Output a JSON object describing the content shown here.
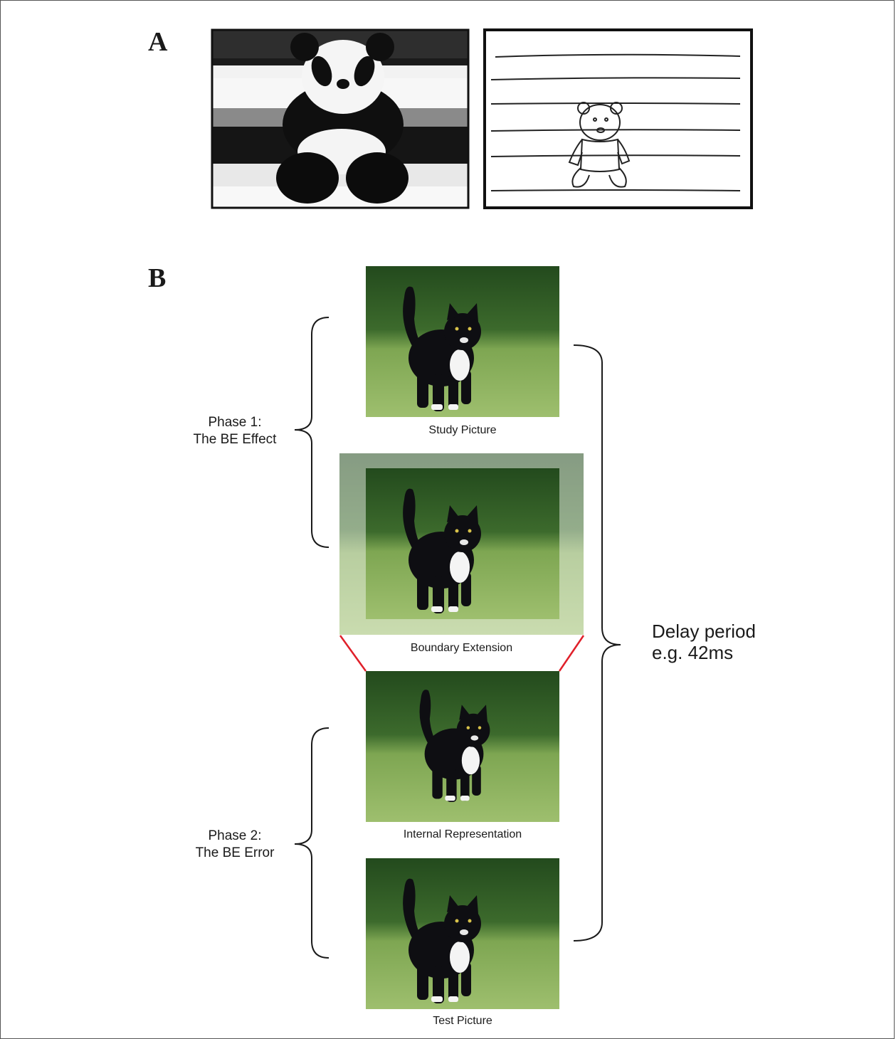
{
  "panel_a": {
    "letter": "A"
  },
  "panel_b": {
    "letter": "B",
    "captions": {
      "study": "Study Picture",
      "boundary": "Boundary Extension",
      "internal": "Internal Representation",
      "test": "Test Picture"
    },
    "phase1": {
      "line1": "Phase 1:",
      "line2": "The BE Effect"
    },
    "phase2": {
      "line1": "Phase 2:",
      "line2": "The BE Error"
    },
    "delay": {
      "line1": "Delay period",
      "line2": "e.g. 42ms"
    }
  },
  "colors": {
    "connector": "#e0202a",
    "grass": "#6f9a45",
    "foliage": "#2f5a25"
  }
}
